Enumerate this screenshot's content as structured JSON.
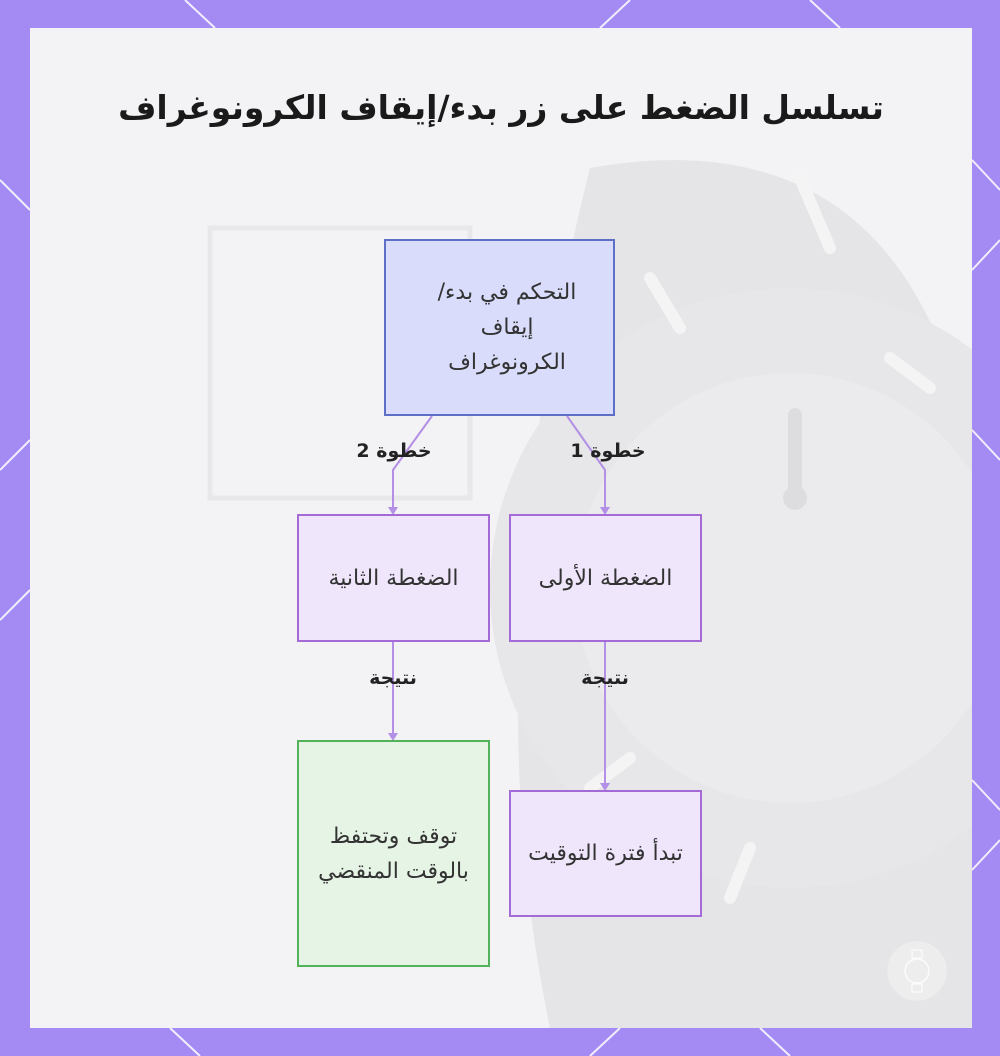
{
  "title": "تسلسل الضغط على زر بدء/إيقاف الكرونوغراف",
  "nodes": {
    "root": "التحكم في بدء/إيقاف الكرونوغراف",
    "press_first": "الضغطة الأولى",
    "press_second": "الضغطة الثانية",
    "result_first": "تبدأ فترة التوقيت",
    "result_second": "توقف وتحتفظ بالوقت المنقضي"
  },
  "edges": {
    "step1": "خطوة 1",
    "step2": "خطوة 2",
    "result1": "نتيجة",
    "result2": "نتيجة"
  },
  "colors": {
    "frame": "#a48af3",
    "panel": "#f3f2f4",
    "root_fill": "#d9dcfb",
    "root_border": "#5d6fc7",
    "step_fill": "#efe6fb",
    "step_border": "#a46ad6",
    "green_fill": "#e6f4e6",
    "green_border": "#52b25a",
    "edge": "#b38fe6"
  },
  "icons": [
    "watch-logo-icon"
  ]
}
